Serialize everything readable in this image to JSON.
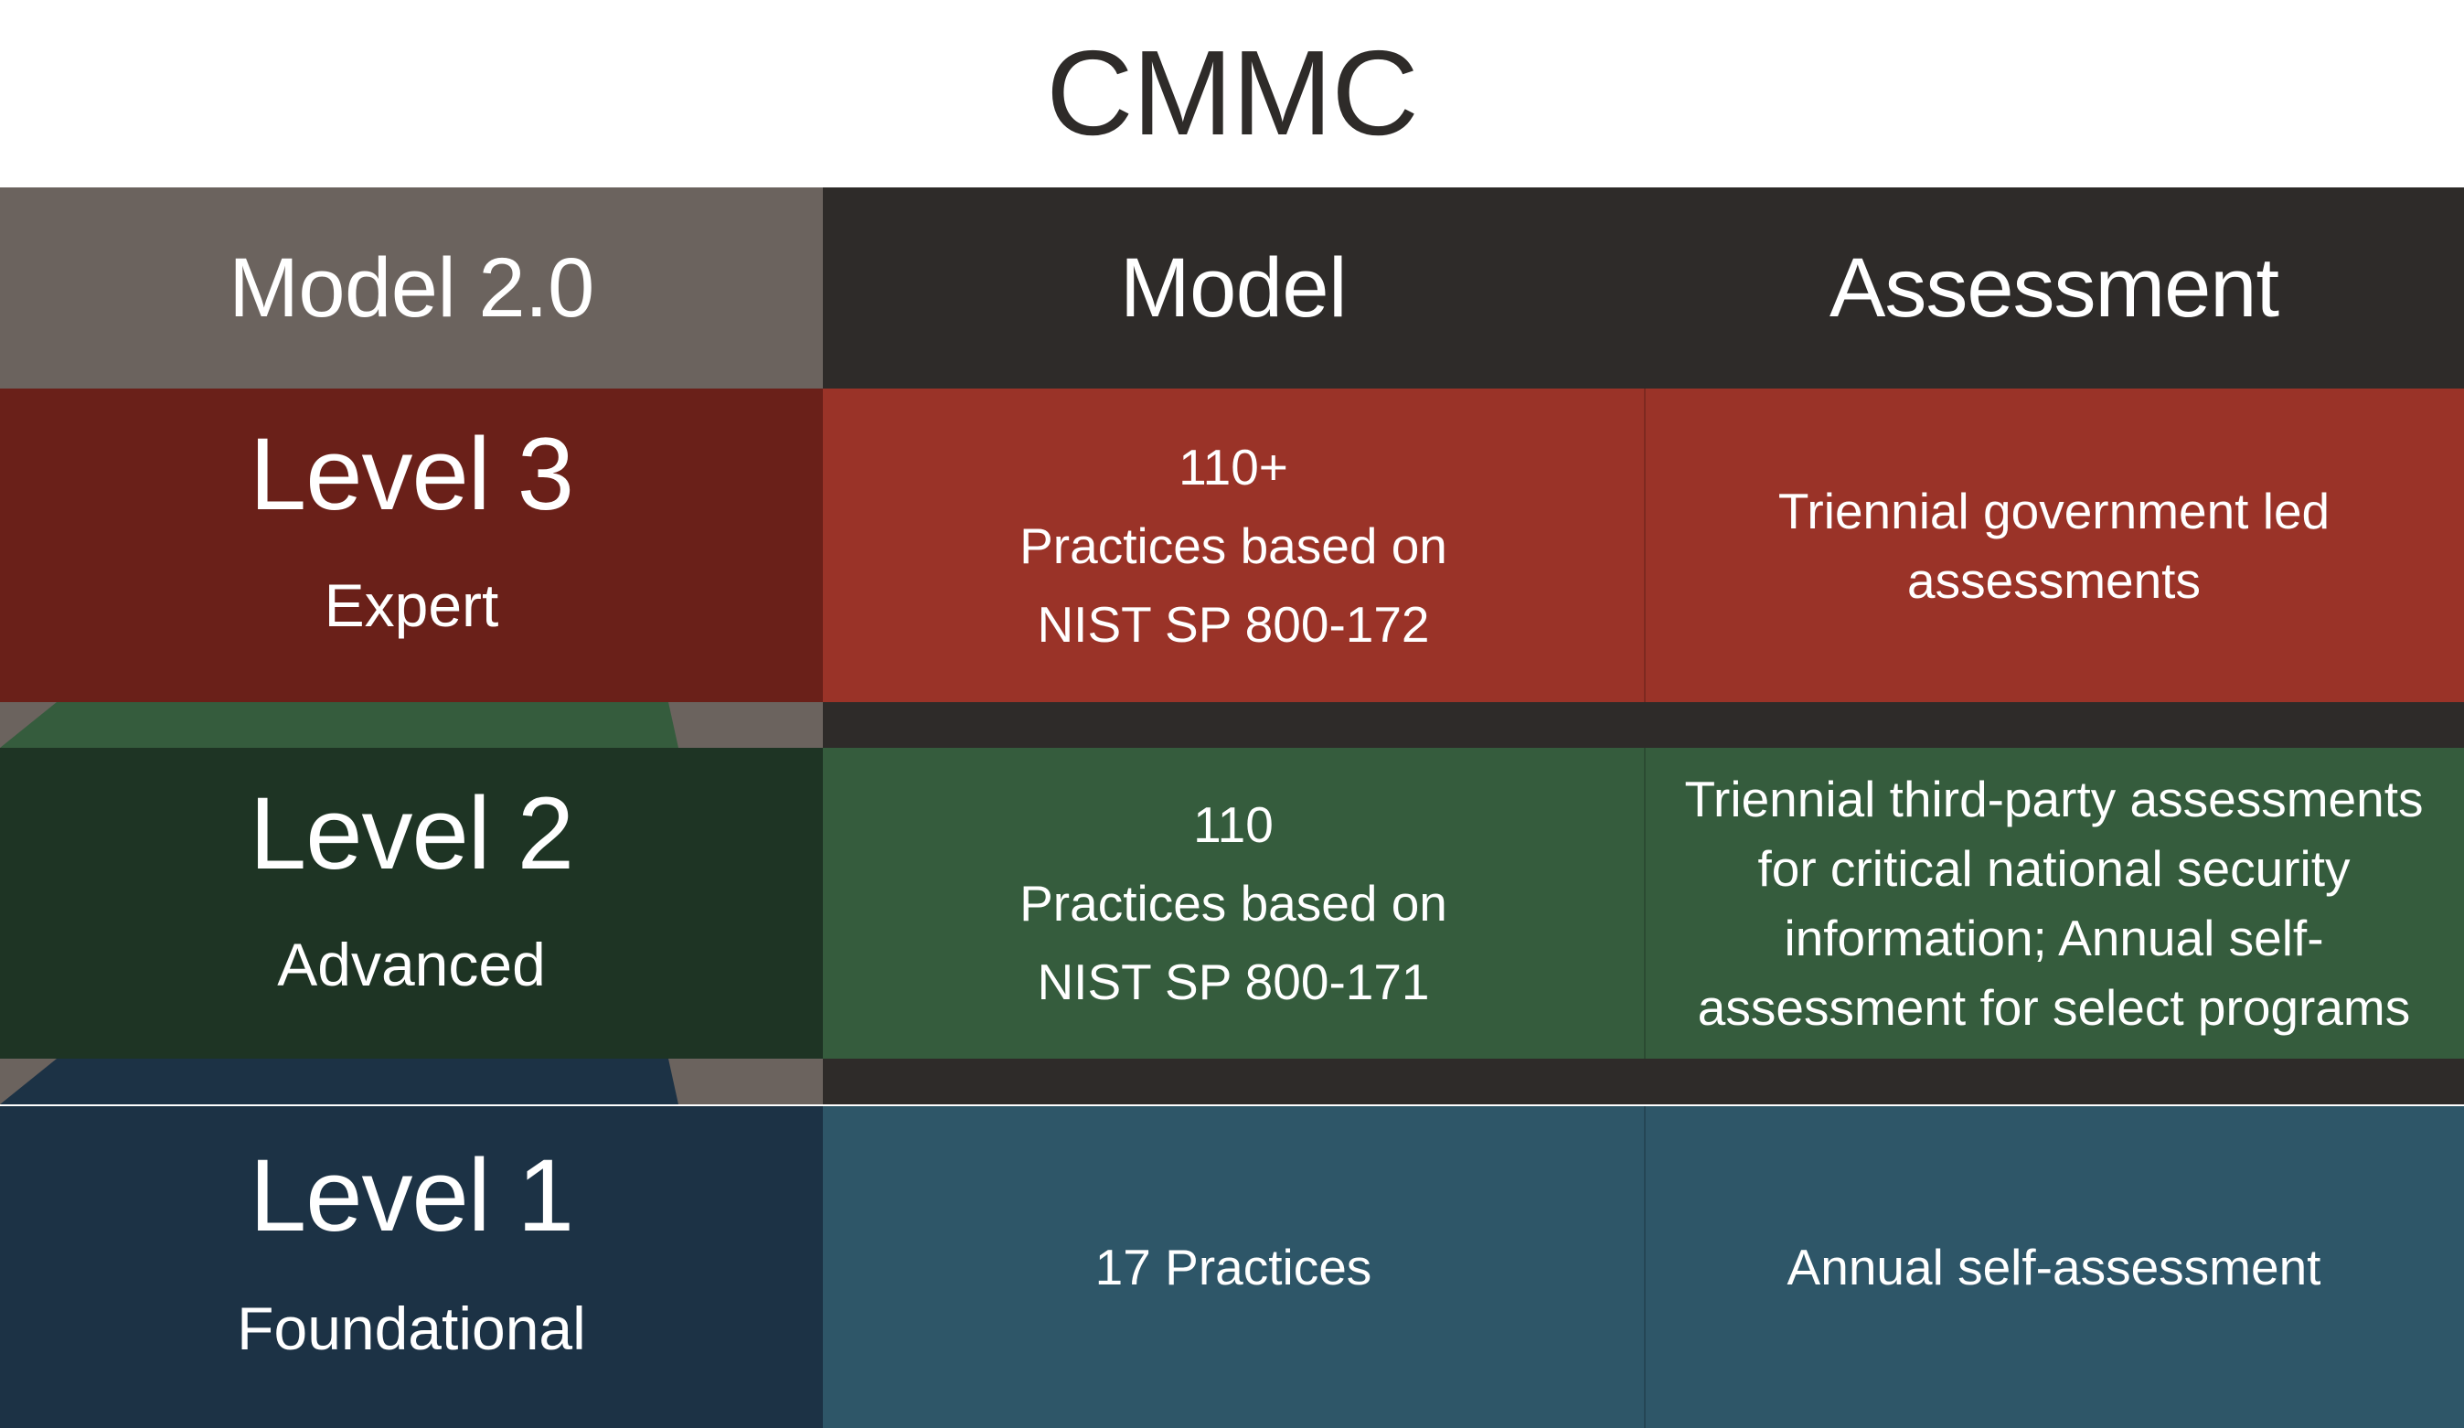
{
  "title": "CMMC",
  "columns": {
    "level": "Model 2.0",
    "model": "Model",
    "assessment": "Assessment"
  },
  "levels": [
    {
      "id": "level-3",
      "name": "Level 3",
      "descriptor": "Expert",
      "model_lines": [
        "110+",
        "Practices based on",
        "NIST SP 800-172"
      ],
      "assessment_lines": [
        "Triennial government led",
        "assessments"
      ],
      "color_label": "#6a2019",
      "color_body": "#9a3328"
    },
    {
      "id": "level-2",
      "name": "Level 2",
      "descriptor": "Advanced",
      "model_lines": [
        "110",
        "Practices based on",
        "NIST SP 800-171"
      ],
      "assessment_lines": [
        "Triennial third-party assessments",
        "for critical national security",
        "information; Annual self-",
        "assessment for select programs"
      ],
      "color_label": "#1e3424",
      "color_body": "#355c3d"
    },
    {
      "id": "level-1",
      "name": "Level 1",
      "descriptor": "Foundational",
      "model_lines": [
        "17 Practices"
      ],
      "assessment_lines": [
        "Annual self-assessment"
      ],
      "color_label": "#1c3245",
      "color_body": "#2e5668"
    }
  ],
  "theme": {
    "title_color": "#2e2b29",
    "header_label_bg": "#6b635e",
    "header_dark_bg": "#2e2b29",
    "band_bg": "#2e2b29",
    "text_color": "#ffffff",
    "page_bg": "#ffffff"
  }
}
